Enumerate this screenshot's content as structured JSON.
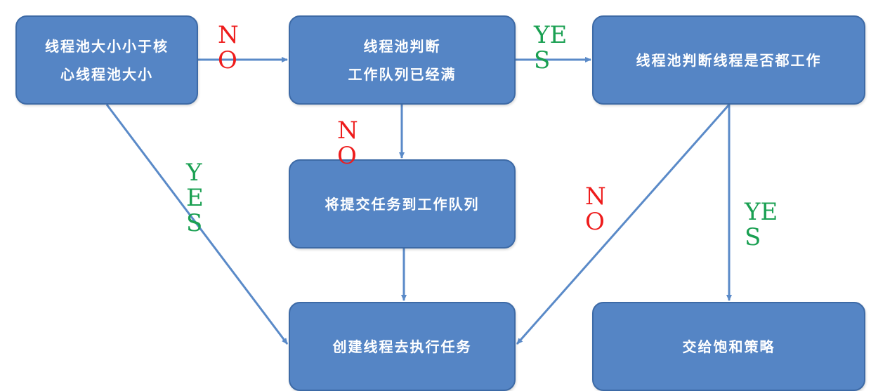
{
  "nodes": {
    "pool_size_check": {
      "line1": "线程池大小小于核",
      "line2": "心线程池大小"
    },
    "queue_full_check": {
      "line1": "线程池判断",
      "line2": "工作队列已经满"
    },
    "all_busy_check": {
      "text": "线程池判断线程是否都工作"
    },
    "submit_to_queue": {
      "text": "将提交任务到工作队列"
    },
    "create_thread": {
      "text": "创建线程去执行任务"
    },
    "saturation_policy": {
      "text": "交给饱和策略"
    }
  },
  "edge_labels": {
    "pool_to_queue": "N\nO",
    "queue_to_busy": "YE\nS",
    "queue_to_submit": "N\nO",
    "pool_to_create": "Y\nE\nS",
    "busy_to_create": "N\nO",
    "busy_to_policy": "YE\nS"
  },
  "colors": {
    "node_fill": "#5585c5",
    "arrow": "#5a8ac8",
    "no_label": "#ee1c1c",
    "yes_label": "#1aa052"
  }
}
